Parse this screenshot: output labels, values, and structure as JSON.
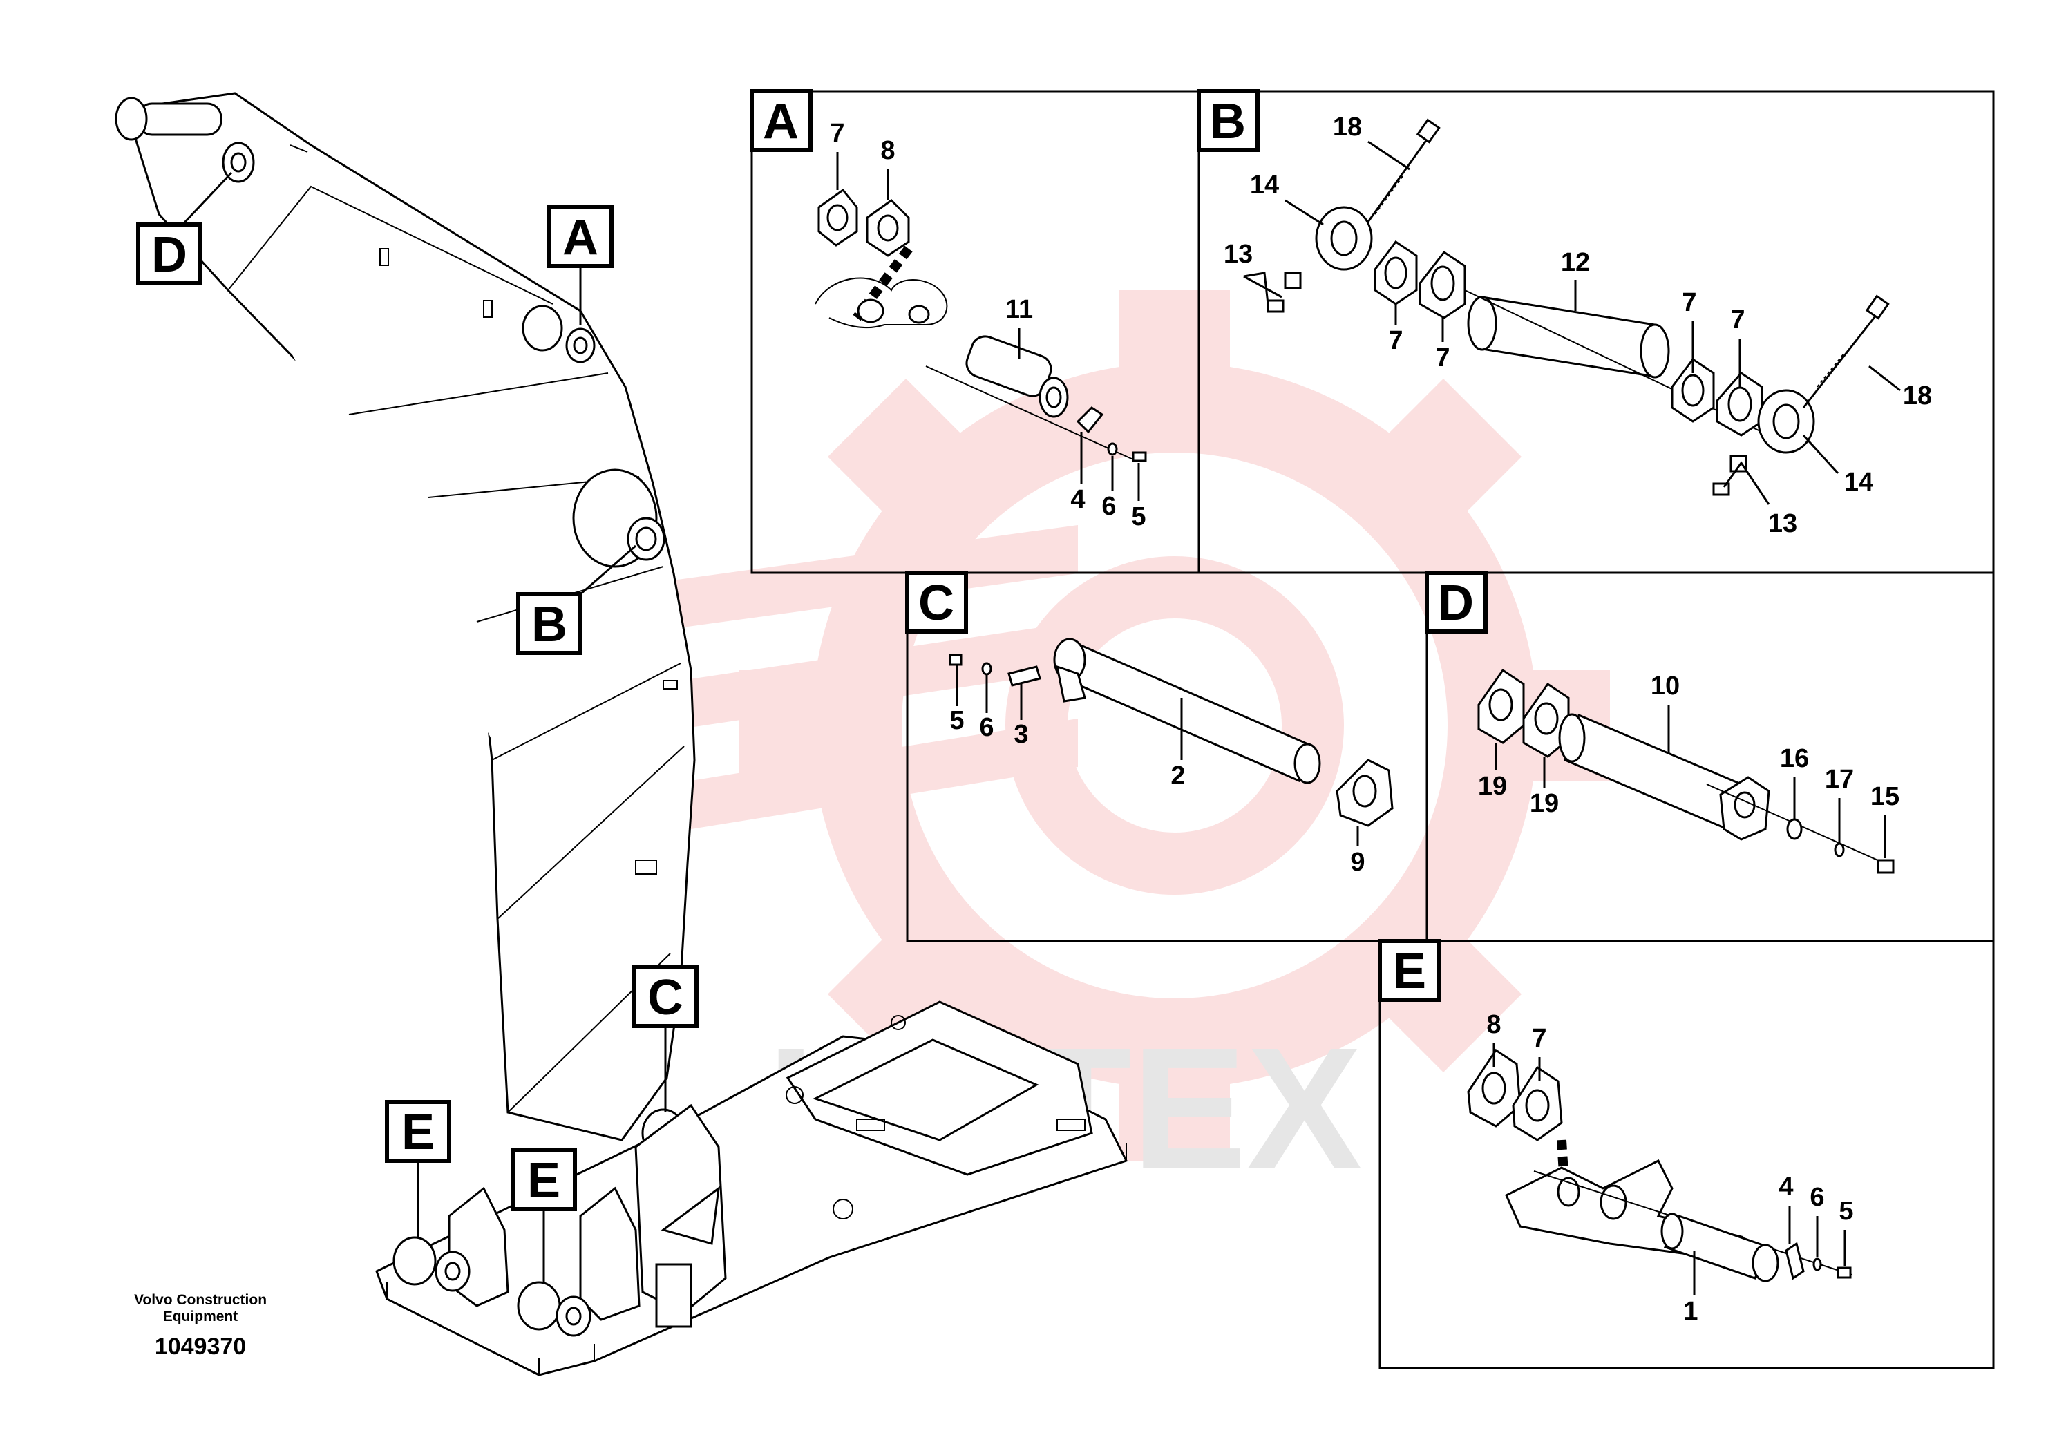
{
  "colors": {
    "line": "#000000",
    "watermark_gear": "#f7c6c6",
    "watermark_text": "#e6e6e6"
  },
  "watermark_text": "LIFTEX",
  "credit": {
    "line1": "Volvo Construction",
    "line2": "Equipment",
    "drawing_number": "1049370"
  },
  "overview_callouts": [
    "D",
    "A",
    "B",
    "C",
    "E",
    "E"
  ],
  "panels": [
    {
      "id": "A",
      "parts": [
        "7",
        "8",
        "11",
        "4",
        "6",
        "5"
      ]
    },
    {
      "id": "B",
      "parts": [
        "18",
        "14",
        "13",
        "7",
        "7",
        "12",
        "7",
        "7",
        "18",
        "14",
        "13"
      ]
    },
    {
      "id": "C",
      "parts": [
        "5",
        "6",
        "3",
        "2",
        "9"
      ]
    },
    {
      "id": "D",
      "parts": [
        "10",
        "19",
        "19",
        "16",
        "17",
        "15"
      ]
    },
    {
      "id": "E",
      "parts": [
        "8",
        "7",
        "4",
        "6",
        "5",
        "1"
      ]
    }
  ]
}
